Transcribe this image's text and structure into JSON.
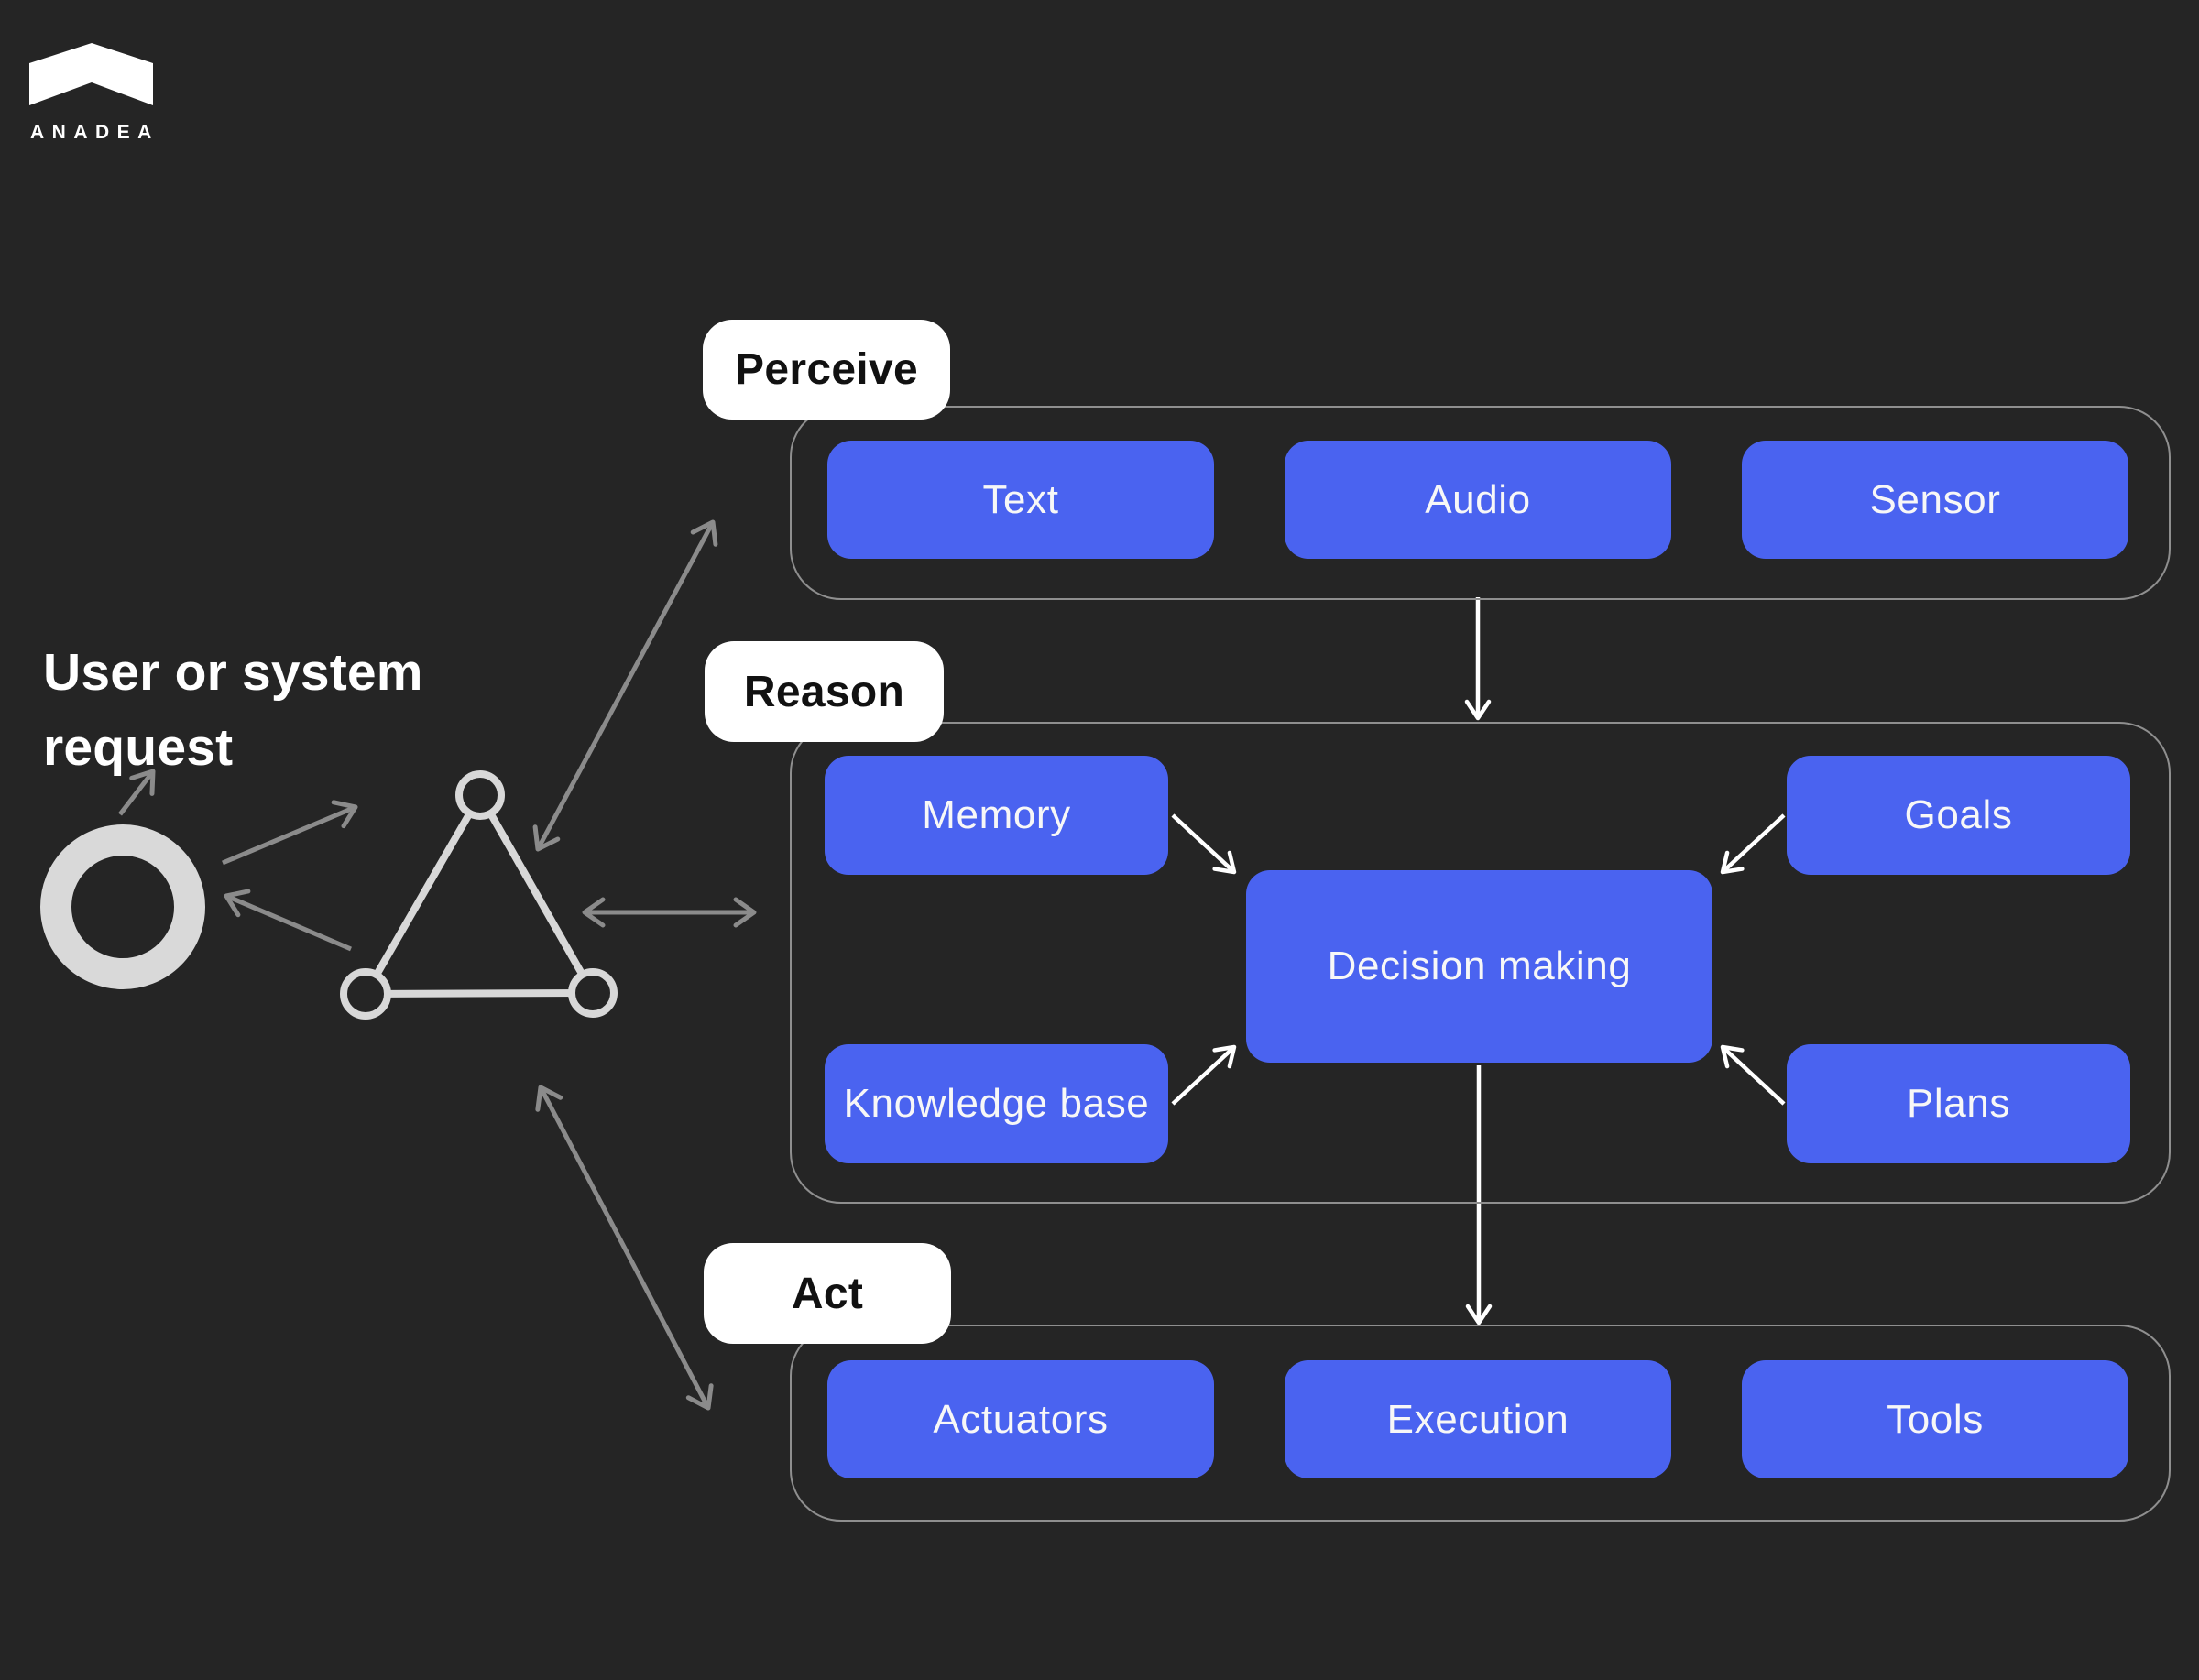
{
  "logo": {
    "brand": "ANADEA",
    "icon": "anadea-chevron-icon"
  },
  "request_label": {
    "line1": "User or system",
    "line2": "request"
  },
  "sections": {
    "perceive": {
      "label": "Perceive",
      "buttons": {
        "text": "Text",
        "audio": "Audio",
        "sensor": "Sensor"
      }
    },
    "reason": {
      "label": "Reason",
      "buttons": {
        "memory": "Memory",
        "goals": "Goals",
        "decision": "Decision making",
        "knowledge": "Knowledge base",
        "plans": "Plans"
      }
    },
    "act": {
      "label": "Act",
      "buttons": {
        "actuators": "Actuators",
        "execution": "Execution",
        "tools": "Tools"
      }
    }
  },
  "colors": {
    "background": "#252525",
    "accent_blue": "#4a63f0",
    "shape_gray": "#d9d9d9",
    "arrow_gray": "#8b8b8b",
    "arrow_white": "#ffffff",
    "container_border": "#8f8f8f",
    "pill_background": "#ffffff",
    "pill_text": "#111111",
    "button_text": "#f7f7f7"
  }
}
